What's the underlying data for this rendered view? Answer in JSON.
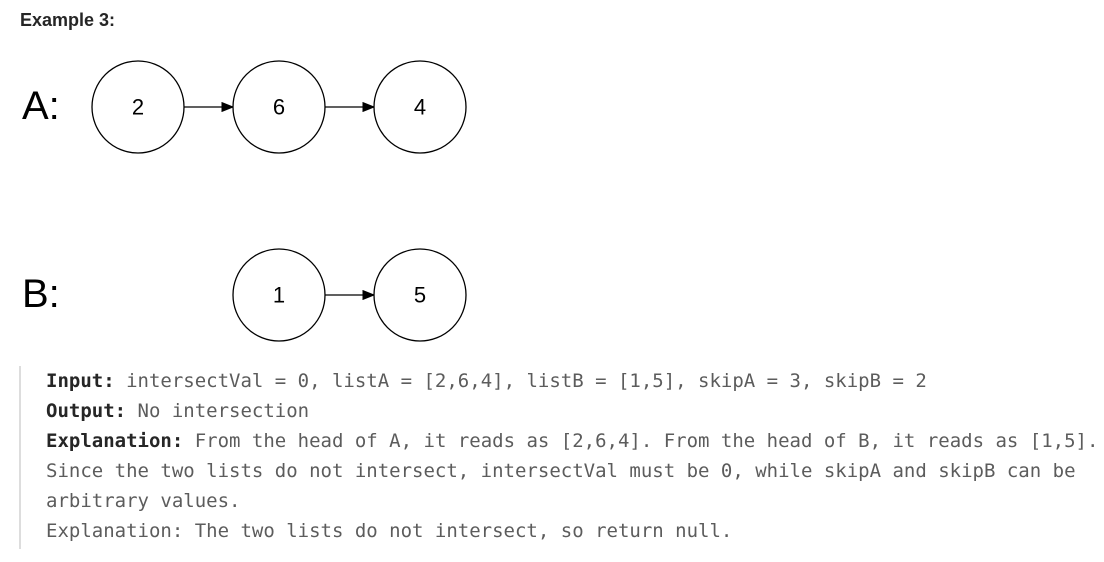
{
  "heading": "Example 3:",
  "diagram": {
    "list_a": {
      "label": "A:",
      "nodes": [
        "2",
        "6",
        "4"
      ]
    },
    "list_b": {
      "label": "B:",
      "nodes": [
        "1",
        "5"
      ]
    }
  },
  "code": {
    "input_key": "Input:",
    "input_value": " intersectVal = 0, listA = [2,6,4], listB = [1,5], skipA = 3, skipB = 2",
    "output_key": "Output:",
    "output_value": " No intersection",
    "explanation_key": "Explanation:",
    "explanation_value": " From the head of A, it reads as [2,6,4]. From the head of B, it reads as [1,5]. Since the two lists do not intersect, intersectVal must be 0, while skipA and skipB can be arbitrary values.",
    "explanation2": "Explanation: The two lists do not intersect, so return null."
  }
}
